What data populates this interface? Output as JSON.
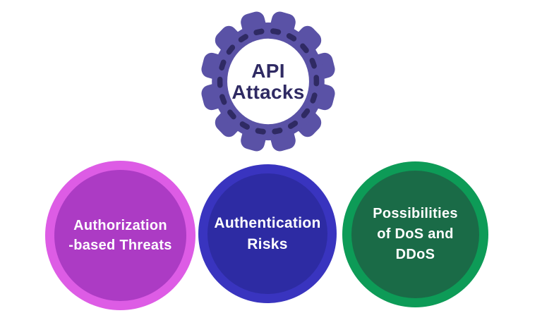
{
  "diagram": {
    "title_lines": [
      "API",
      "Attacks"
    ],
    "gear": {
      "body_color": "#5A52A6",
      "accent_color": "#2F2A63",
      "center_color": "#FFFFFF"
    },
    "circles": [
      {
        "id": "authorization-based-threats",
        "lines": [
          "Authorization",
          "-based Threats"
        ],
        "outer_color": "#DD5CE5",
        "inner_color": "#AC3BC4",
        "text_color": "#FFFFFF"
      },
      {
        "id": "authentication-risks",
        "lines": [
          "Authentication",
          "Risks"
        ],
        "outer_color": "#3934BF",
        "inner_color": "#2D2BA3",
        "text_color": "#FFFFFF"
      },
      {
        "id": "possibilities-of-dos-and-ddos",
        "lines": [
          "Possibilities",
          "of DoS and",
          "DDoS"
        ],
        "outer_color": "#0D9B57",
        "inner_color": "#1A6B47",
        "text_color": "#FFFFFF"
      }
    ],
    "background_color": "#FFFFFF"
  }
}
